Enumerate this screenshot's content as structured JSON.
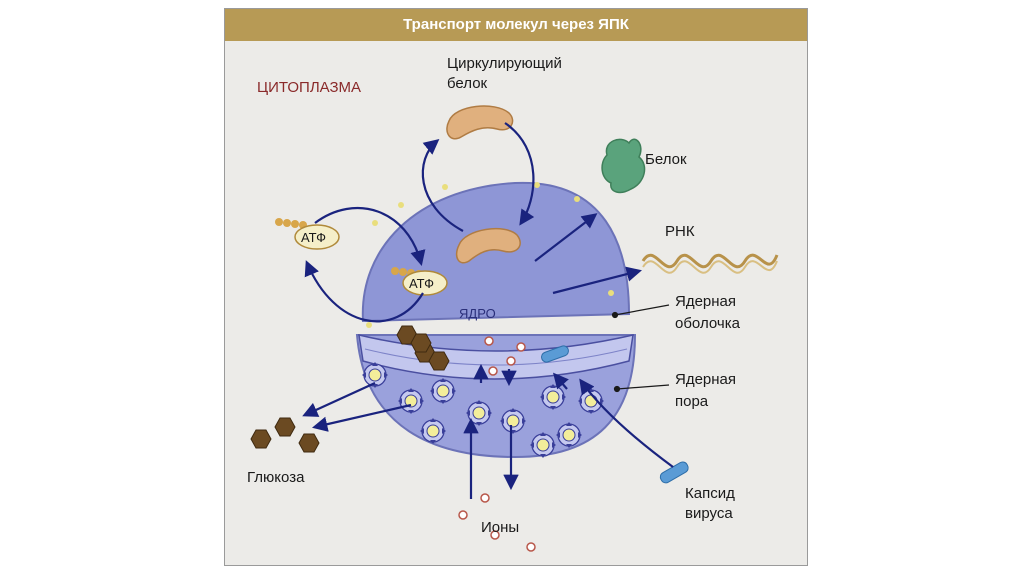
{
  "title": "Транспорт молекул через ЯПК",
  "labels": {
    "cytoplasm": "ЦИТОПЛАЗМА",
    "circulating_protein_line1": "Циркулирующий",
    "circulating_protein_line2": "белок",
    "protein": "Белок",
    "rna": "РНК",
    "atp": "АТФ",
    "nucleus": "ЯДРО",
    "nuclear_envelope_line1": "Ядерная",
    "nuclear_envelope_line2": "оболочка",
    "nuclear_pore_line1": "Ядерная",
    "nuclear_pore_line2": "пора",
    "glucose": "Глюкоза",
    "ions": "Ионы",
    "virus_capsid_line1": "Капсид",
    "virus_capsid_line2": "вируса"
  },
  "colors": {
    "title_bar": "#b79a55",
    "nucleus": "#8e96d6",
    "arrows": "#1a237e",
    "protein_circulating": "#e0b07e",
    "protein_green": "#5aa37c",
    "rna": "#b8924a",
    "glucose": "#6b4a22",
    "virus_capsid": "#5a9bd5"
  }
}
